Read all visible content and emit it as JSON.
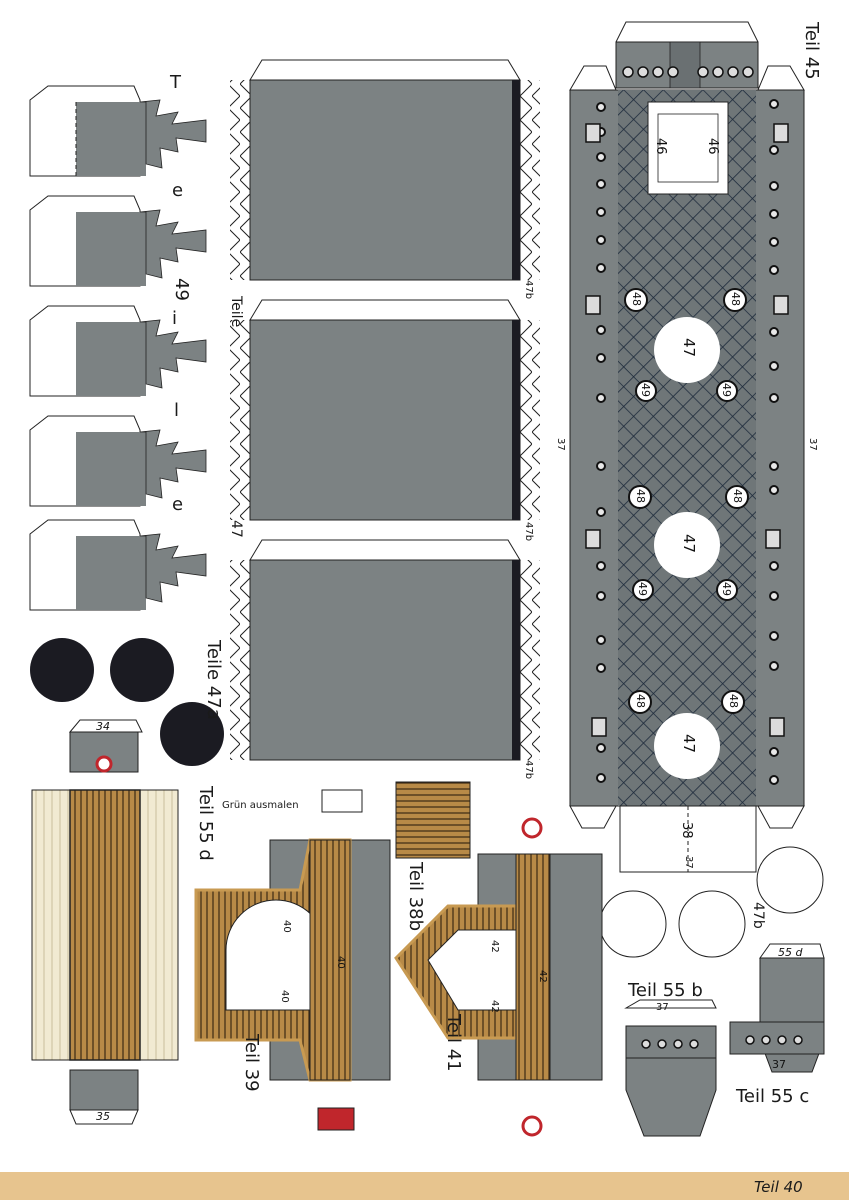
{
  "labels": {
    "teil45": "Teil 45",
    "teile49_letters": [
      "T",
      "e",
      "49",
      "i",
      "l",
      "e"
    ],
    "teile47_side": "Teile",
    "teile47_side_num": "47",
    "teile47a": "Teile 47a",
    "teil55d": "Teil 55 d",
    "gruen_ausmalen": "Grün ausmalen",
    "teil38b": "Teil 38b",
    "teil39": "Teil 39",
    "teil41": "Teil 41",
    "teil55b": "Teil 55 b",
    "teil55c": "Teil 55 c",
    "teil47b_side": "47b",
    "teil40": "Teil 40"
  },
  "deck_marks": {
    "n46": "46",
    "n47": "47",
    "n48": "48",
    "n49": "49",
    "n37": "37",
    "n38": "38",
    "n34": "34",
    "n35": "35",
    "n40": "40",
    "n42": "42",
    "n55d": "55 d",
    "n47b": "47b"
  },
  "colors": {
    "gray": "#7c8283",
    "dark_gray": "#5e6466",
    "wood": "#b88a47",
    "wood_line": "#3b2814",
    "cream": "#f1ead2",
    "black": "#1b1b22",
    "red": "#c0262c",
    "bottom": "#e7c48e"
  }
}
